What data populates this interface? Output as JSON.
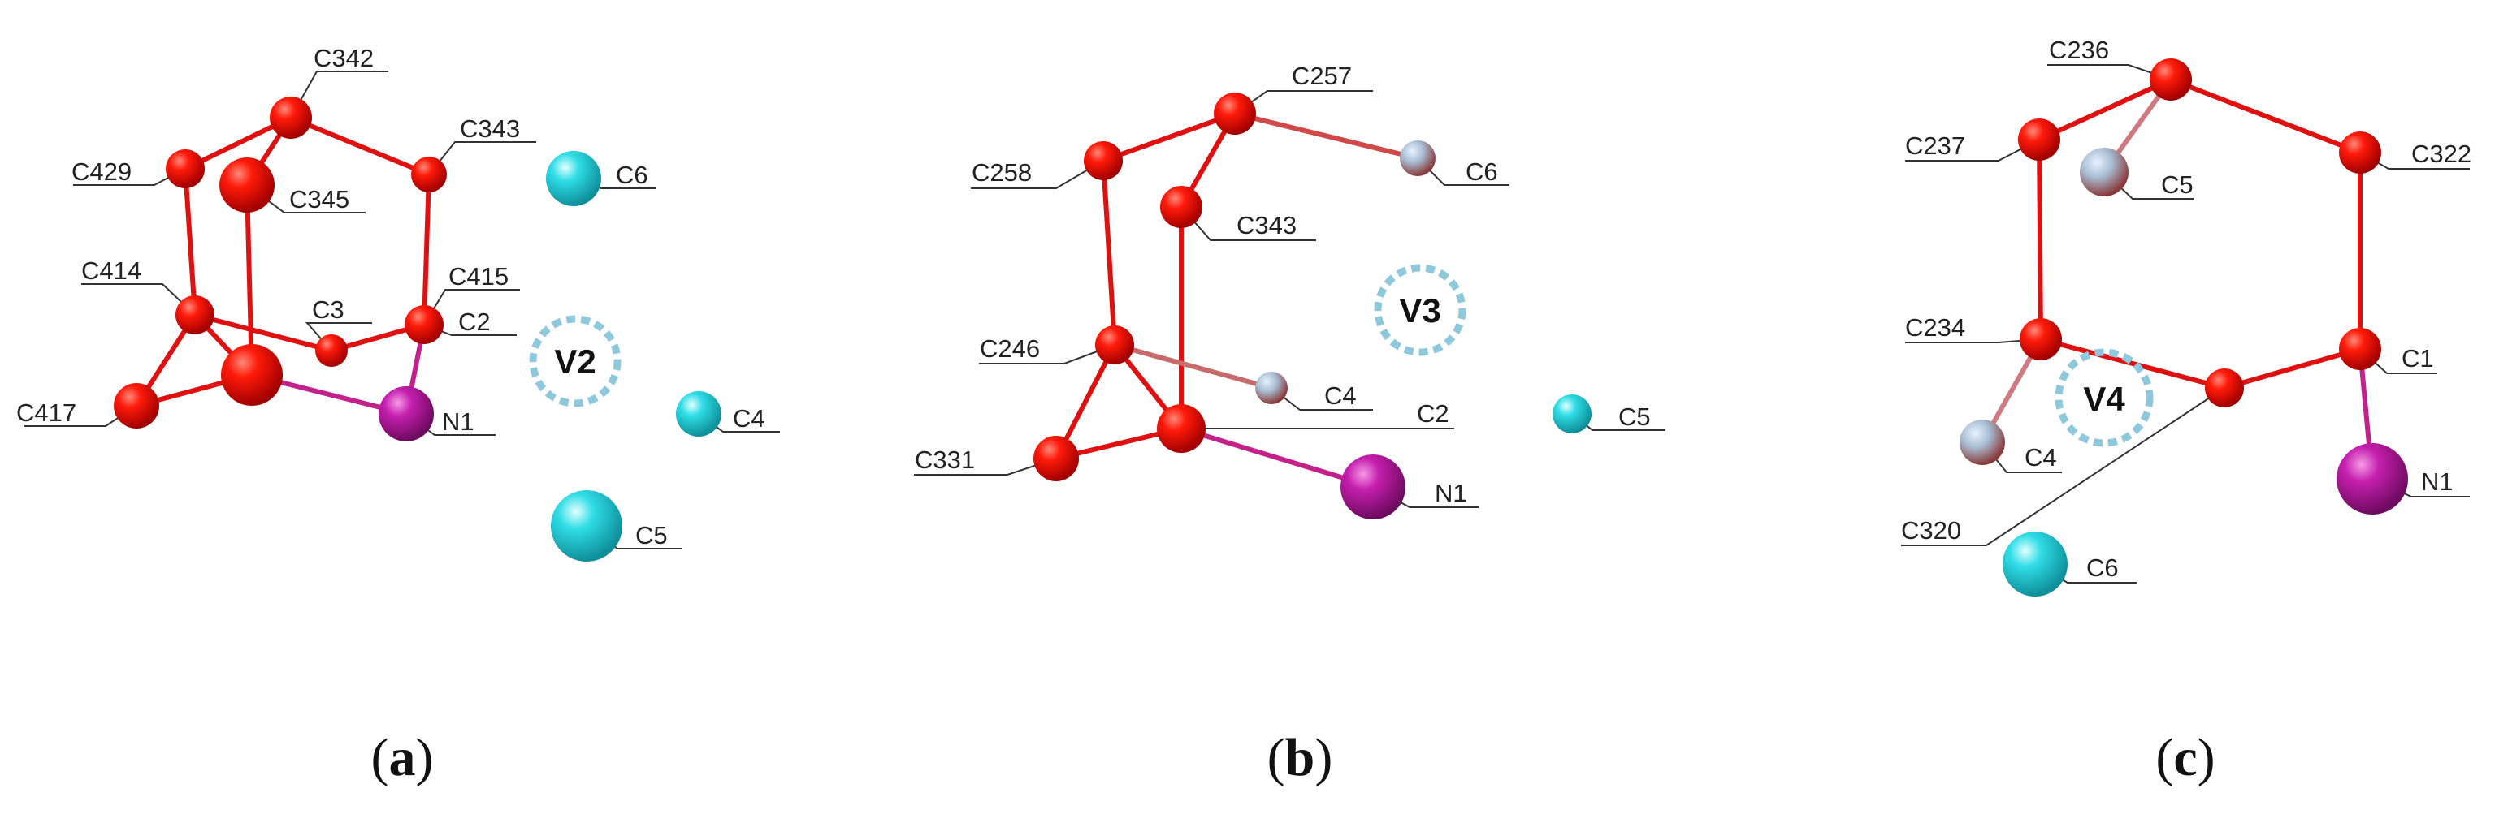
{
  "colors": {
    "carbon_red": "#e00000",
    "nitrogen_magenta": "#b0189a",
    "cyan_atom": "#1fd3dd",
    "mixed_atom": "#a8b6cc",
    "void_ring": "#8ec8dc",
    "bond_red": "#e01010",
    "leader_line": "#333333"
  },
  "panels": [
    {
      "caption_letter": "a",
      "void_label": "V2",
      "labels": {
        "C342": "C342",
        "C343": "C343",
        "C429": "C429",
        "C345": "C345",
        "C6": "C6",
        "C414": "C414",
        "C415": "C415",
        "C3": "C3",
        "C2": "C2",
        "C417": "C417",
        "N1": "N1",
        "C4": "C4",
        "C5": "C5"
      }
    },
    {
      "caption_letter": "b",
      "void_label": "V3",
      "labels": {
        "C257": "C257",
        "C258": "C258",
        "C6": "C6",
        "C343": "C343",
        "C246": "C246",
        "C4": "C4",
        "C2": "C2",
        "C5": "C5",
        "C331": "C331",
        "N1": "N1"
      }
    },
    {
      "caption_letter": "c",
      "void_label": "V4",
      "labels": {
        "C236": "C236",
        "C237": "C237",
        "C322": "C322",
        "C5": "C5",
        "C234": "C234",
        "C1": "C1",
        "C4": "C4",
        "N1": "N1",
        "C320": "C320",
        "C6": "C6"
      }
    }
  ]
}
